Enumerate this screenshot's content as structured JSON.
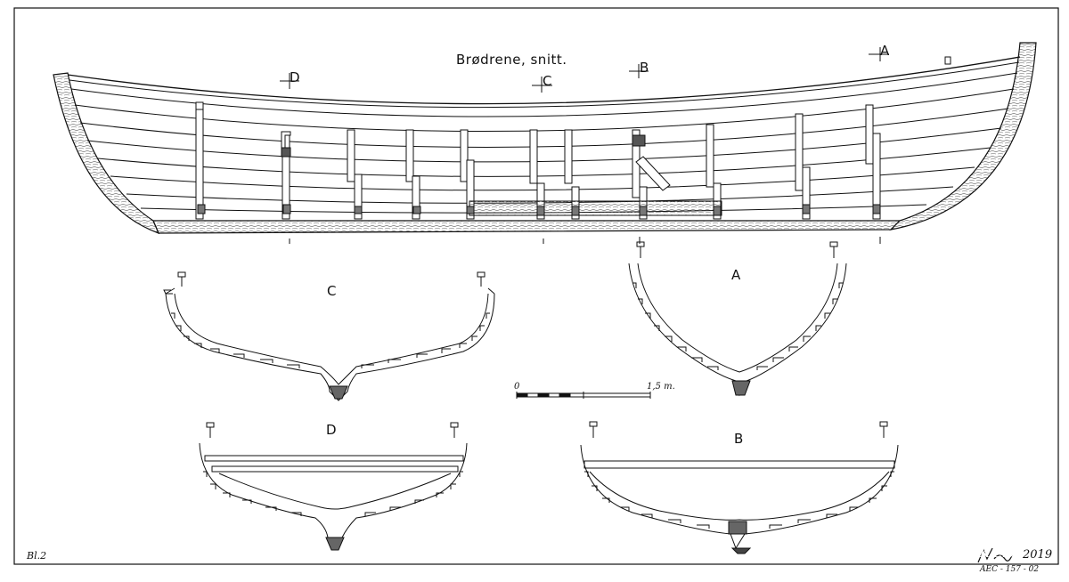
{
  "title": "Brødrene, snitt.",
  "section_markers": [
    "A",
    "B",
    "C",
    "D"
  ],
  "sections": [
    {
      "id": "C",
      "label": "C"
    },
    {
      "id": "A",
      "label": "A"
    },
    {
      "id": "D",
      "label": "D"
    },
    {
      "id": "B",
      "label": "B"
    }
  ],
  "scale_bar": {
    "start_label": "0",
    "end_label": "1,5 m."
  },
  "sheet_label": "Bl.2",
  "signature": "K.Elo",
  "year": "2019",
  "archive_code": "AEC - 157 - 02",
  "colors": {
    "ink": "#111111",
    "paper": "#ffffff",
    "fill": "#555555"
  }
}
